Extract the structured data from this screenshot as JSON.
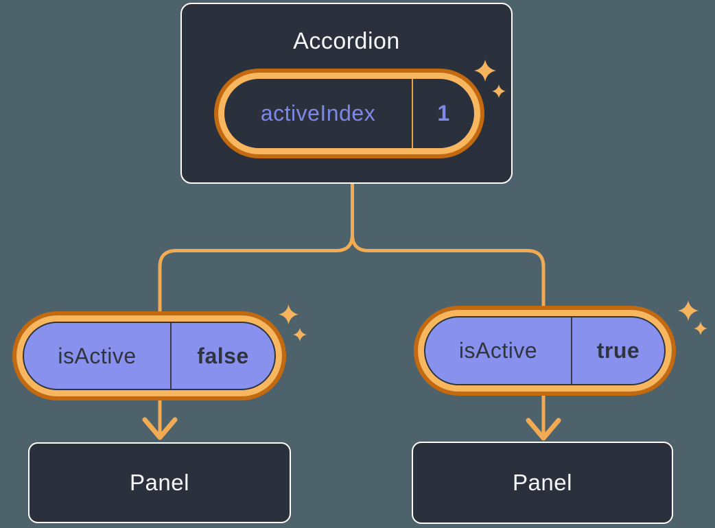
{
  "colors": {
    "background": "#4E626C",
    "node_bg": "#2B313C",
    "node_border": "#FFFFFF",
    "text_light": "#F6F7F9",
    "text_dark": "#30353D",
    "purple": "#8891EE",
    "purple_text": "#7E88E8",
    "ring_outer": "#C3690F",
    "ring_inner": "#F8B75F",
    "connector": "#F2AB53",
    "sparkle": "#F7B45F",
    "divider_gold": "#E9A33F",
    "divider_dark": "#363B44"
  },
  "root": {
    "title": "Accordion",
    "state": {
      "label": "activeIndex",
      "value": "1"
    }
  },
  "branches": [
    {
      "prop": {
        "label": "isActive",
        "value": "false"
      },
      "child": {
        "title": "Panel"
      }
    },
    {
      "prop": {
        "label": "isActive",
        "value": "true"
      },
      "child": {
        "title": "Panel"
      }
    }
  ]
}
